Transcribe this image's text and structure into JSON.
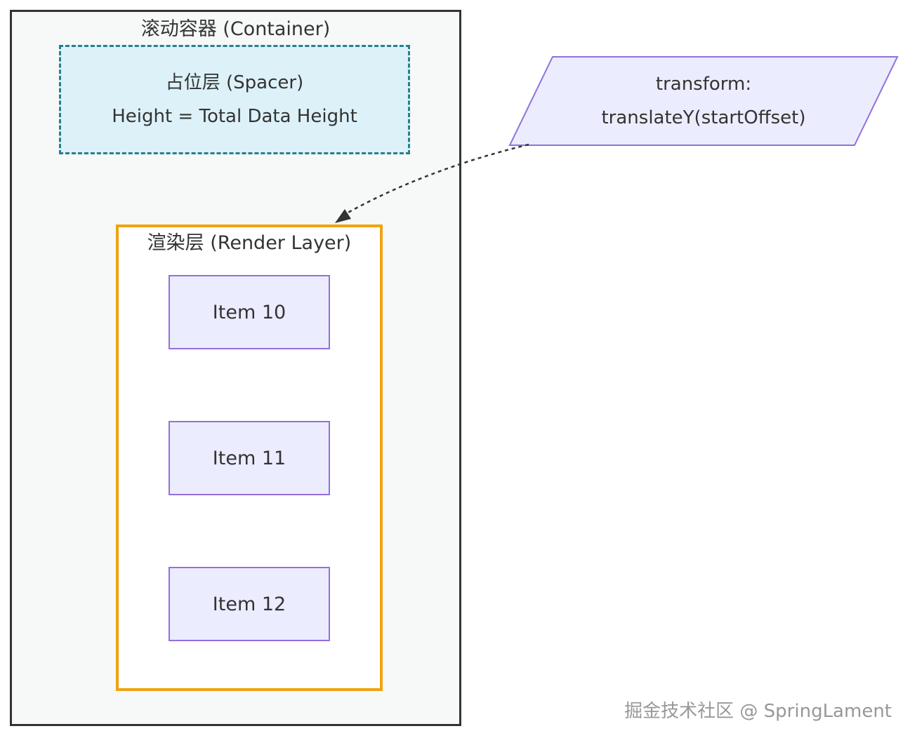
{
  "container": {
    "title": "滚动容器 (Container)",
    "spacer": {
      "line1": "占位层 (Spacer)",
      "line2": "Height = Total Data Height"
    },
    "render_layer": {
      "title": "渲染层 (Render Layer)",
      "items": [
        {
          "label": "Item 10"
        },
        {
          "label": "Item 11"
        },
        {
          "label": "Item 12"
        }
      ]
    }
  },
  "transform_node": {
    "line1": "transform:",
    "line2": "translateY(startOffset)"
  },
  "edge": {
    "from": "transform-node",
    "to": "render-layer",
    "style": "dotted-curved-arrow"
  },
  "watermark": "掘金技术社区 @ SpringLament",
  "colors": {
    "page_background": "#ffffff",
    "container_background": "#f7f8f8",
    "container_border": "#333333",
    "spacer_background": "#ddf1f9",
    "spacer_border": "#27808f",
    "render_layer_border": "#f0a30f",
    "render_layer_background": "#ffffff",
    "item_background": "#ececff",
    "item_border": "#9370db",
    "parallelogram_fill": "#ececff",
    "parallelogram_border": "#9370db",
    "edge_stroke": "#333333",
    "text": "#333333",
    "watermark_text": "#989898"
  }
}
